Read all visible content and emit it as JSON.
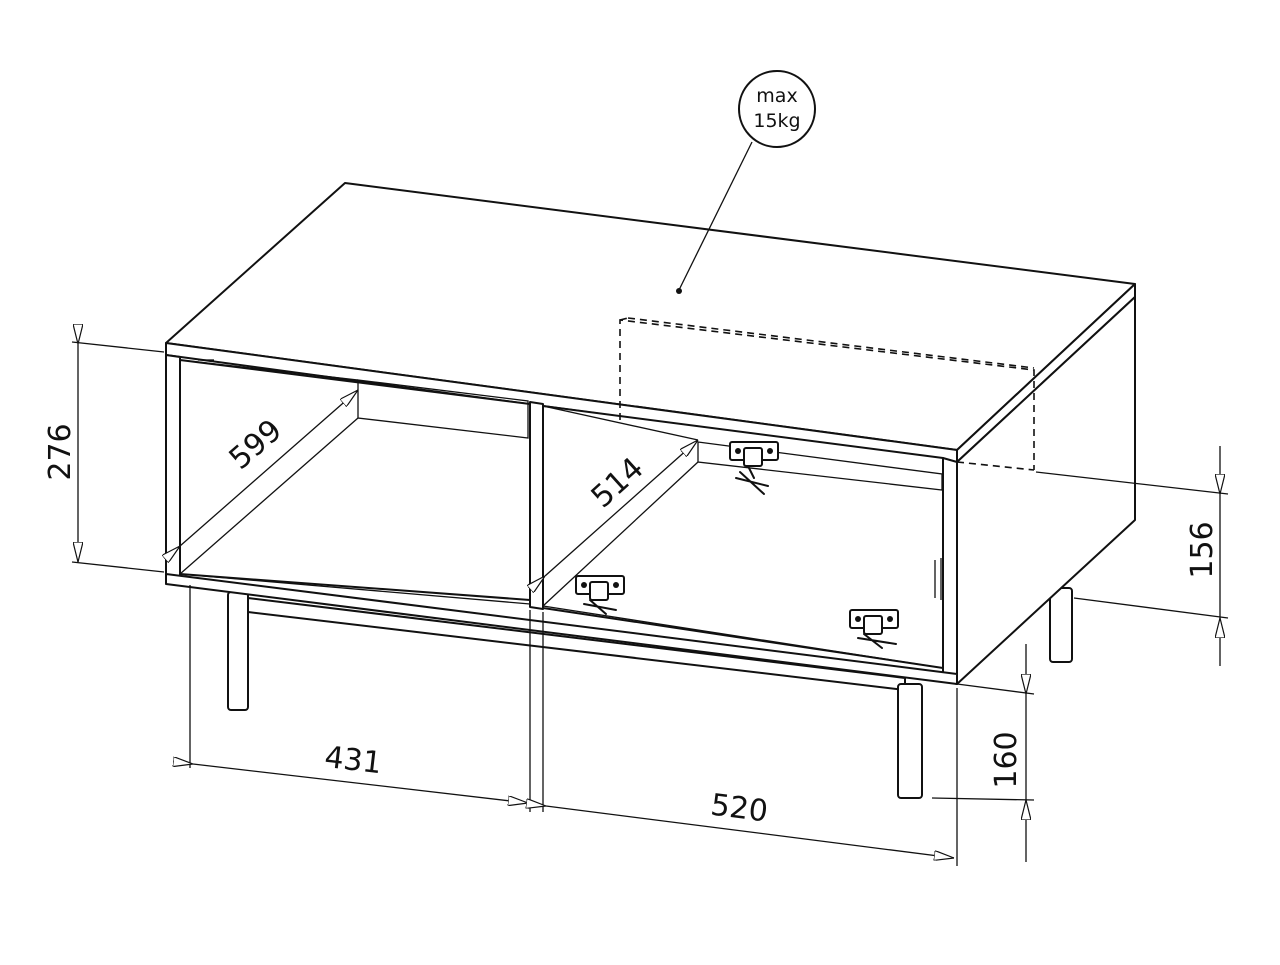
{
  "load_note": {
    "line1": "max",
    "line2": "15kg"
  },
  "dimensions": {
    "height_total": "276",
    "depth_left": "599",
    "depth_right": "514",
    "width_left": "431",
    "width_right": "520",
    "drawer_height": "156",
    "leg_height": "160"
  }
}
